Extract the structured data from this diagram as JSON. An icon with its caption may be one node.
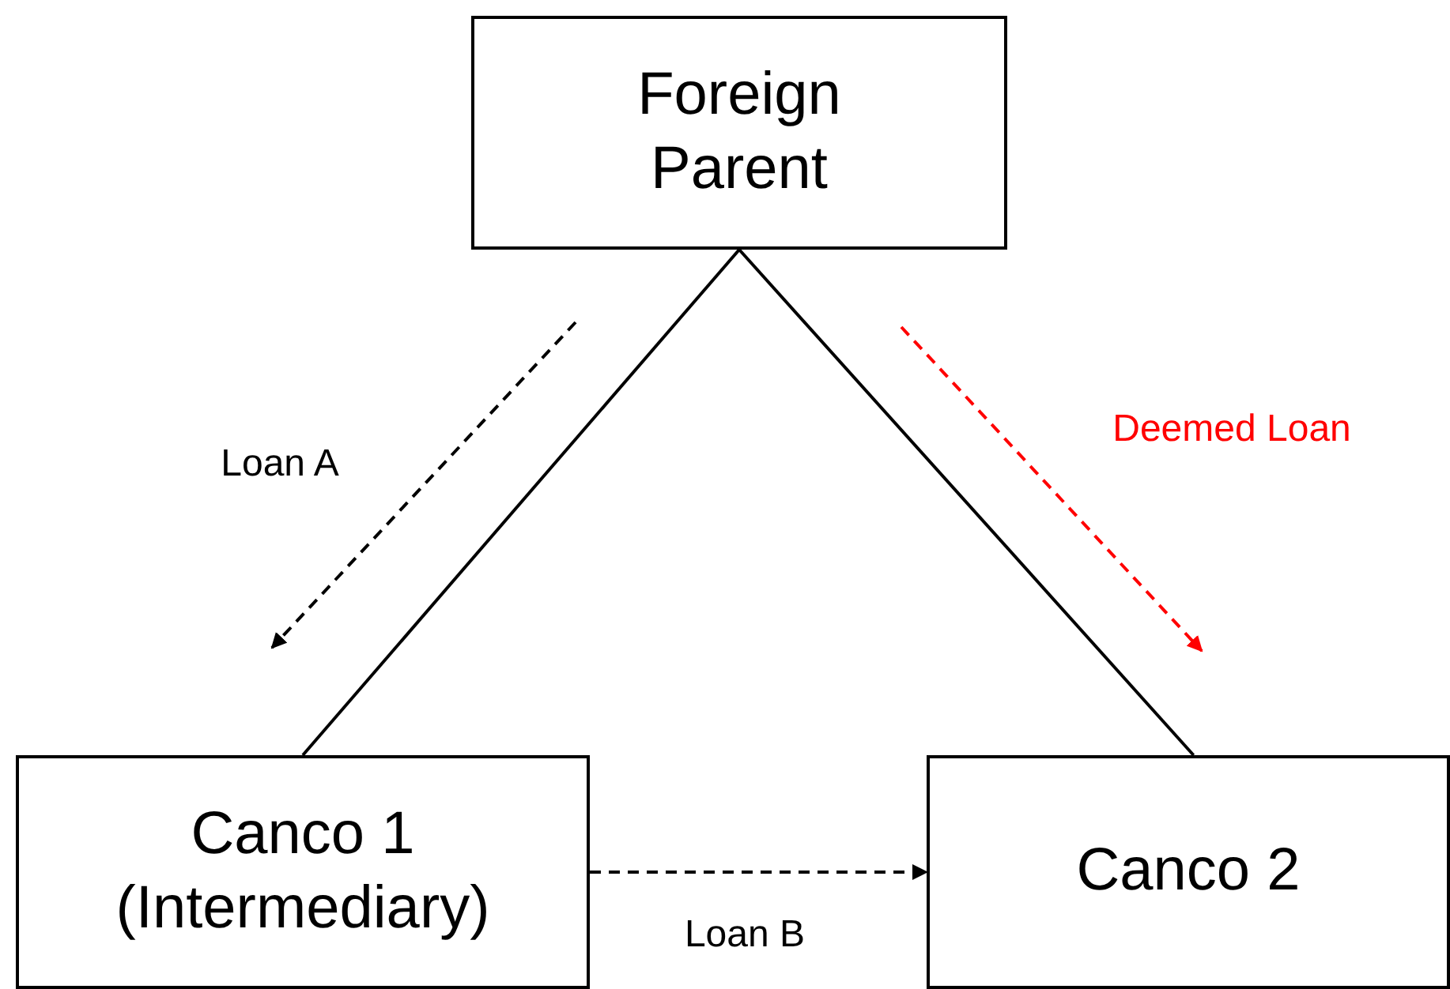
{
  "diagram": {
    "nodes": [
      {
        "text": [
          "Foreign Parent"
        ]
      },
      {
        "text": [
          "Canco 1 (Intermediary)"
        ]
      },
      {
        "text": [
          "Canco 2"
        ]
      }
    ],
    "edges": [
      {
        "from": 0,
        "to": 1,
        "arrow": "none"
      },
      {
        "from": 0,
        "to": 2,
        "arrow": "none"
      },
      {
        "from": 1,
        "to": 2,
        "arrow": "to",
        "style": "dashed",
        "label": "Loan B"
      }
    ],
    "labels": [
      "Loan A",
      "Deemed Loan"
    ]
  }
}
